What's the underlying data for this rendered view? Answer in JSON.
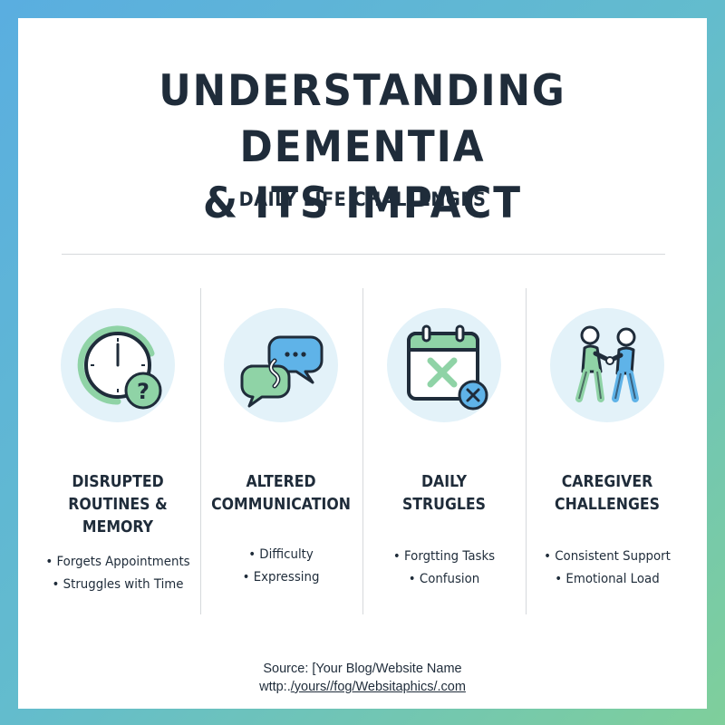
{
  "header": {
    "title_line1": "UNDERSTANDING DEMENTIA",
    "title_line2": "& ITS IMPACT",
    "subtitle": "DAILY LIFE CHALLENGES"
  },
  "columns": [
    {
      "icon": "clock-question-icon",
      "title_lines": [
        "DISRUPTED",
        "ROUTINES &",
        "MEMORY"
      ],
      "bullets": [
        "Forgets Appointments",
        "Struggles with Time"
      ]
    },
    {
      "icon": "speech-bubbles-icon",
      "title_lines": [
        "ALTERED",
        "COMMUNICATION"
      ],
      "bullets": [
        "Difficulty",
        "Expressing"
      ]
    },
    {
      "icon": "calendar-x-icon",
      "title_lines": [
        "DAILY",
        "STRUGLES"
      ],
      "bullets": [
        "Forgtting Tasks",
        "Confusion"
      ]
    },
    {
      "icon": "caregiver-people-icon",
      "title_lines": [
        "CAREGIVER",
        "CHALLENGES"
      ],
      "bullets": [
        "Consistent Support",
        "Emotional Load"
      ]
    }
  ],
  "source": {
    "line1": "Source: [Your Blog/Website Name",
    "line2_prefix": "wttp:.",
    "line2_url": "/yours//fog/Websitaphics/.com"
  },
  "colors": {
    "dark": "#1f2c3a",
    "green": "#8fd3a6",
    "blue": "#5fb3e8",
    "circle_bg": "#e3f2f9"
  }
}
